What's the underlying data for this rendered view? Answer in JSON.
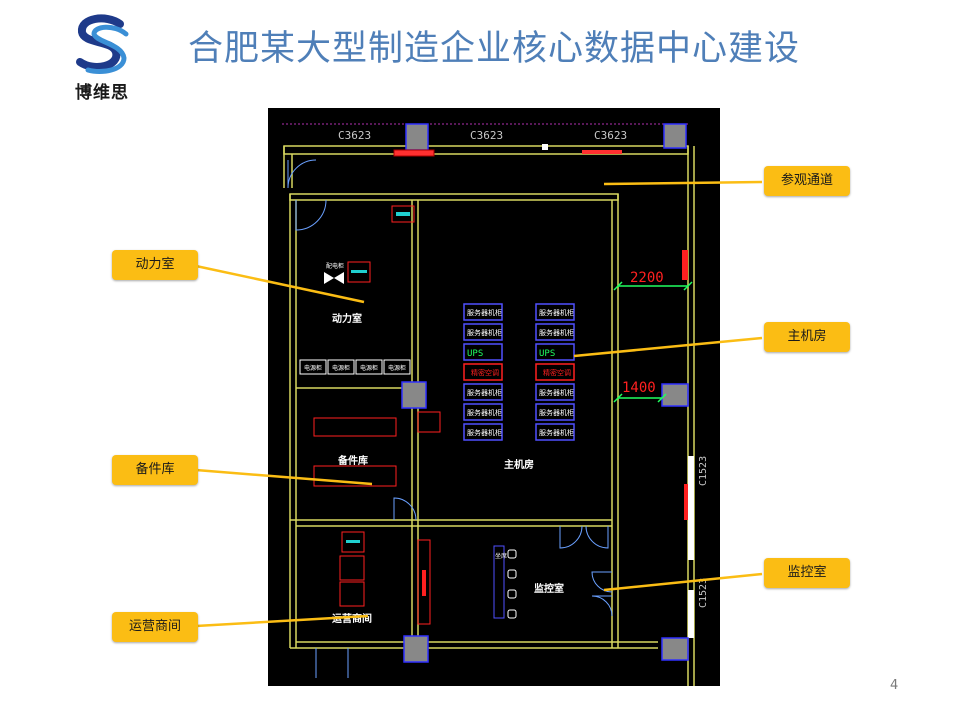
{
  "slide": {
    "title": "合肥某大型制造企业核心数据中心建设",
    "logo_text": "博维思",
    "page_number": "4"
  },
  "callouts": {
    "visit_corridor": "参观通道",
    "power_room": "动力室",
    "main_room": "主机房",
    "spare_storage": "备件库",
    "monitor_room": "监控室",
    "ops_room": "运营商间"
  },
  "plan": {
    "window_labels": [
      "C3623",
      "C3623",
      "C3623"
    ],
    "side_window_labels": [
      "C1523",
      "C1523"
    ],
    "dimensions": [
      "2200",
      "1400"
    ],
    "room_labels": {
      "power": "动力室",
      "spare": "备件库",
      "main": "主机房",
      "monitor": "监控室",
      "ops": "运营商间"
    },
    "rack_label": "服务器机柜",
    "ups_label": "UPS",
    "ac_label": "精密空调",
    "power_cabinet_label": "电源柜",
    "distribution_label": "配电柜",
    "workstation_label": "坐席"
  },
  "colors": {
    "title": "#4f7fb8",
    "callout": "#fbbd14",
    "plan_bg": "#000000",
    "wall": "#d8d860",
    "rack": "#5050ff"
  }
}
